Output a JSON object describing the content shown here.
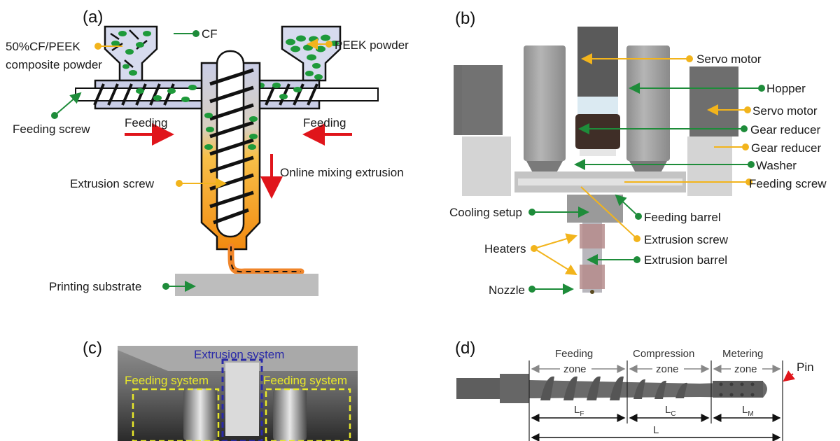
{
  "colors": {
    "green_marker": "#1e8c3a",
    "yellow_marker": "#f2b41c",
    "red_arrow": "#e0151b",
    "blue_box": "#2a2aa8",
    "yellow_box": "#e8e82a",
    "melt_orange": "#f59a16",
    "barrel_blue": "#c9cde6"
  },
  "panel_a": {
    "tag": "(a)",
    "labels": {
      "cf": "CF",
      "composite_line1": "50%CF/PEEK",
      "composite_line2": "composite powder",
      "peek_powder": "PEEK powder",
      "feeding_screw": "Feeding screw",
      "feeding_left": "Feeding",
      "feeding_right": "Feeding",
      "extrusion_screw": "Extrusion screw",
      "online_mixing": "Online mixing extrusion",
      "printing_substrate": "Printing substrate"
    }
  },
  "panel_b": {
    "tag": "(b)",
    "labels": {
      "servo_motor_top": "Servo motor",
      "hopper": "Hopper",
      "servo_motor_right": "Servo motor",
      "gear_reducer_center": "Gear reducer",
      "gear_reducer_right": "Gear reducer",
      "washer": "Washer",
      "feeding_screw": "Feeding screw",
      "cooling_setup": "Cooling setup",
      "feeding_barrel": "Feeding barrel",
      "extrusion_screw": "Extrusion screw",
      "heaters": "Heaters",
      "extrusion_barrel": "Extrusion barrel",
      "nozzle": "Nozzle"
    }
  },
  "panel_c": {
    "tag": "(c)",
    "labels": {
      "extrusion_system": "Extrusion system",
      "feeding_system_left": "Feeding system",
      "feeding_system_right": "Feeding system"
    }
  },
  "panel_d": {
    "tag": "(d)",
    "labels": {
      "feeding_zone_1": "Feeding",
      "feeding_zone_2": "zone",
      "compression_zone_1": "Compression",
      "compression_zone_2": "zone",
      "metering_zone_1": "Metering",
      "metering_zone_2": "zone",
      "pin": "Pin",
      "lf_main": "L",
      "lf_sub": "F",
      "lc_main": "L",
      "lc_sub": "C",
      "lm_main": "L",
      "lm_sub": "M",
      "l_total": "L"
    }
  }
}
